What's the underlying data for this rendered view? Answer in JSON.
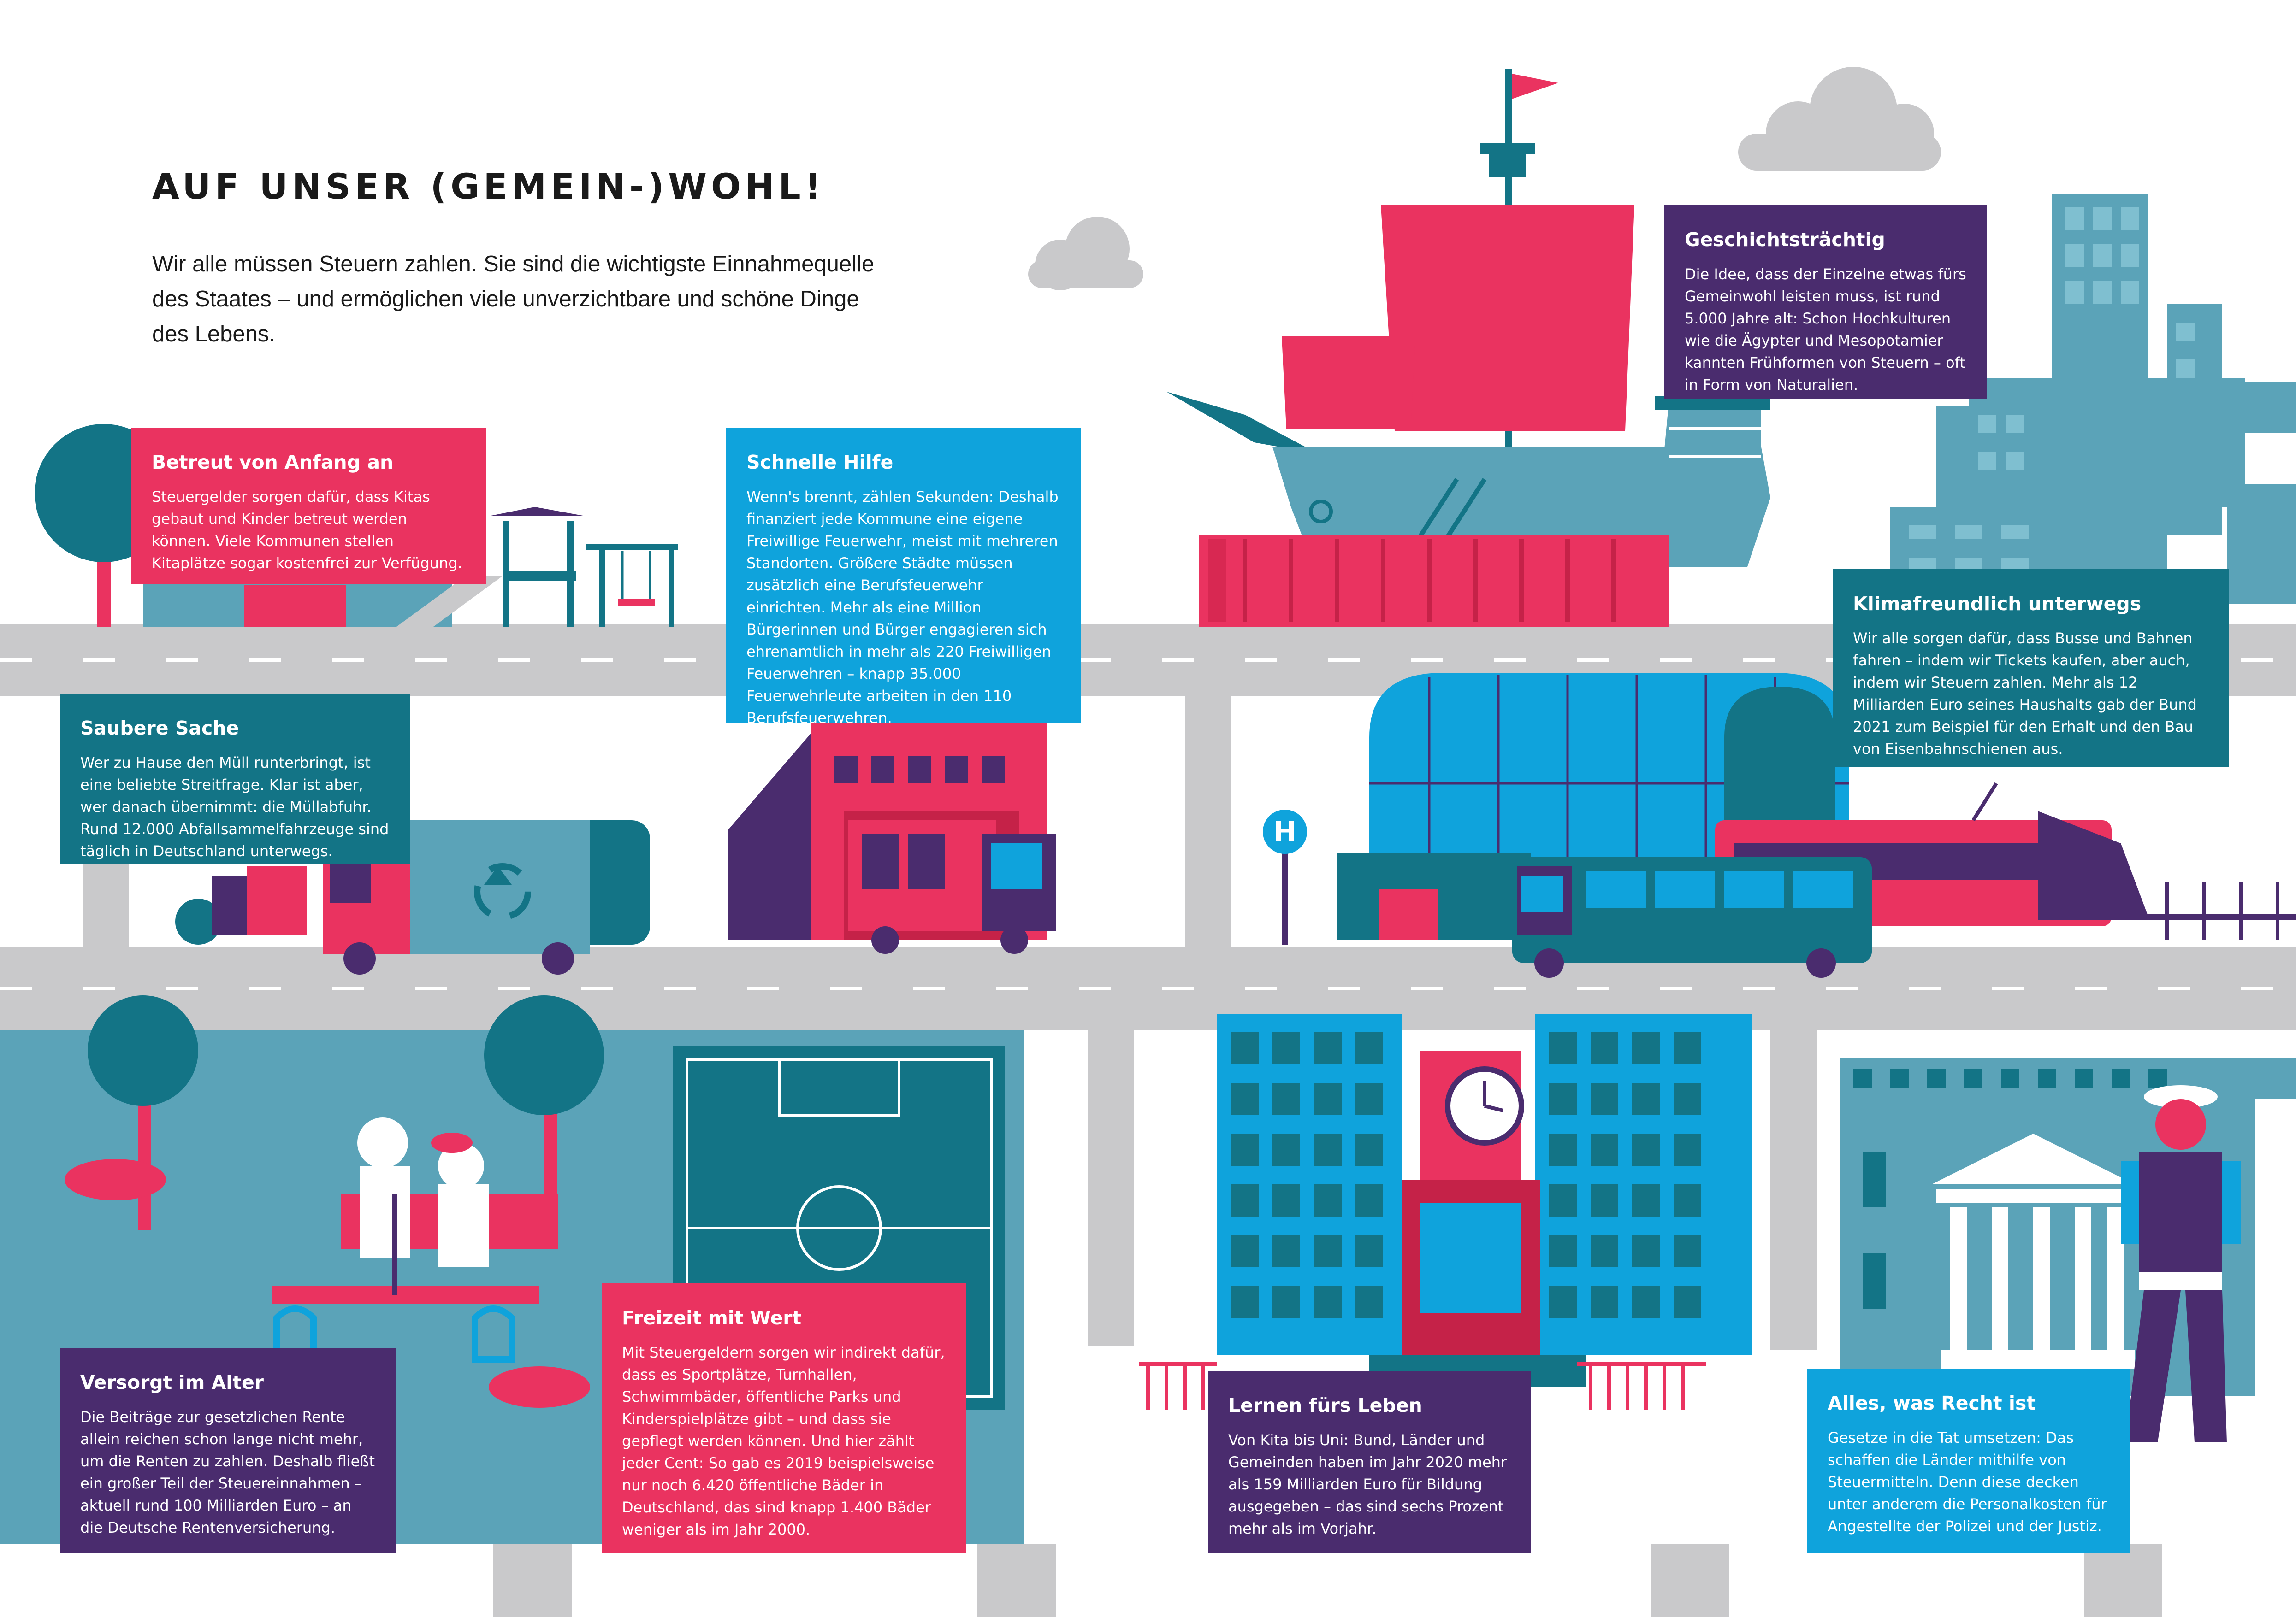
{
  "header": {
    "title": "AUF UNSER (GEMEIN-)WOHL!",
    "intro": "Wir alle müssen Steuern zahlen. Sie sind die wichtigste Einnahmequelle des Staates – und ermöglichen viele unverzichtbare und schöne Dinge des Lebens."
  },
  "colors": {
    "pink": "#ea3360",
    "blue": "#0fa3dc",
    "teal": "#137486",
    "purple": "#4a2c6e",
    "road": "#c9c9cb",
    "lightblue": "#5ba3b8"
  },
  "boxes": {
    "kita": {
      "title": "Betreut von Anfang an",
      "text": "Steuergelder sorgen dafür, dass Kitas gebaut und Kinder betreut werden können. Viele Kommunen stellen Kitaplätze sogar kostenfrei zur Verfügung."
    },
    "feuerwehr": {
      "title": "Schnelle Hilfe",
      "text": "Wenn's brennt, zählen Sekunden: Deshalb finanziert jede Kommune eine eigene Freiwillige Feuerwehr, meist mit mehreren Standorten. Größere Städte müssen zusätzlich eine Berufsfeuerwehr einrichten. Mehr als eine Million Bürgerinnen und Bürger engagieren sich ehrenamtlich in mehr als 220 Freiwilligen Feuerwehren – knapp 35.000 Feuerwehrleute arbeiten in den 110 Berufsfeuerwehren."
    },
    "geschichte": {
      "title": "Geschichtsträchtig",
      "text": "Die Idee, dass der Einzelne etwas fürs Gemeinwohl leisten muss, ist rund 5.000 Jahre alt: Schon Hochkulturen wie die Ägypter und Mesopotamier kannten Frühformen von Steuern – oft in Form von Naturalien."
    },
    "klima": {
      "title": "Klimafreundlich unterwegs",
      "text": "Wir alle sorgen dafür, dass Busse und Bahnen fahren – indem wir Tickets kaufen, aber auch, indem wir Steuern zahlen. Mehr als 12 Milliarden Euro seines Haushalts gab der Bund 2021 zum Beispiel für den Erhalt und den Bau von Eisenbahnschienen aus."
    },
    "muell": {
      "title": "Saubere Sache",
      "text": "Wer zu Hause den Müll runterbringt, ist eine beliebte Streitfrage. Klar ist aber, wer danach übernimmt: die Müllabfuhr. Rund 12.000 Abfallsammelfahrzeuge sind täglich in Deutschland unterwegs."
    },
    "rente": {
      "title": "Versorgt im Alter",
      "text": "Die Beiträge zur gesetzlichen Rente allein reichen schon lange nicht mehr, um die Renten zu zahlen. Deshalb fließt ein großer Teil der Steuereinnahmen – aktuell rund 100 Milliarden Euro – an die Deutsche Rentenversicherung."
    },
    "freizeit": {
      "title": "Freizeit mit Wert",
      "text": "Mit Steuergeldern sorgen wir indirekt dafür, dass es Sportplätze, Turnhallen, Schwimmbäder, öffentliche Parks und Kinderspielplätze gibt – und dass sie gepflegt werden können. Und hier zählt jeder Cent: So gab es 2019 beispielsweise nur noch 6.420 öffentliche Bäder in Deutschland, das sind knapp 1.400 Bäder weniger als im Jahr 2000."
    },
    "bildung": {
      "title": "Lernen fürs Leben",
      "text": "Von Kita bis Uni: Bund, Länder und Gemeinden haben im Jahr 2020 mehr als 159 Milliarden Euro für Bildung ausgegeben – das sind sechs Prozent mehr als im Vorjahr."
    },
    "recht": {
      "title": "Alles, was Recht ist",
      "text": "Gesetze in die Tat umsetzen: Das schaffen die Länder mithilfe von Steuermitteln. Denn diese decken unter anderem die Personalkosten für Angestellte der Polizei und der Justiz."
    }
  },
  "signs": {
    "bus_stop": "H"
  }
}
